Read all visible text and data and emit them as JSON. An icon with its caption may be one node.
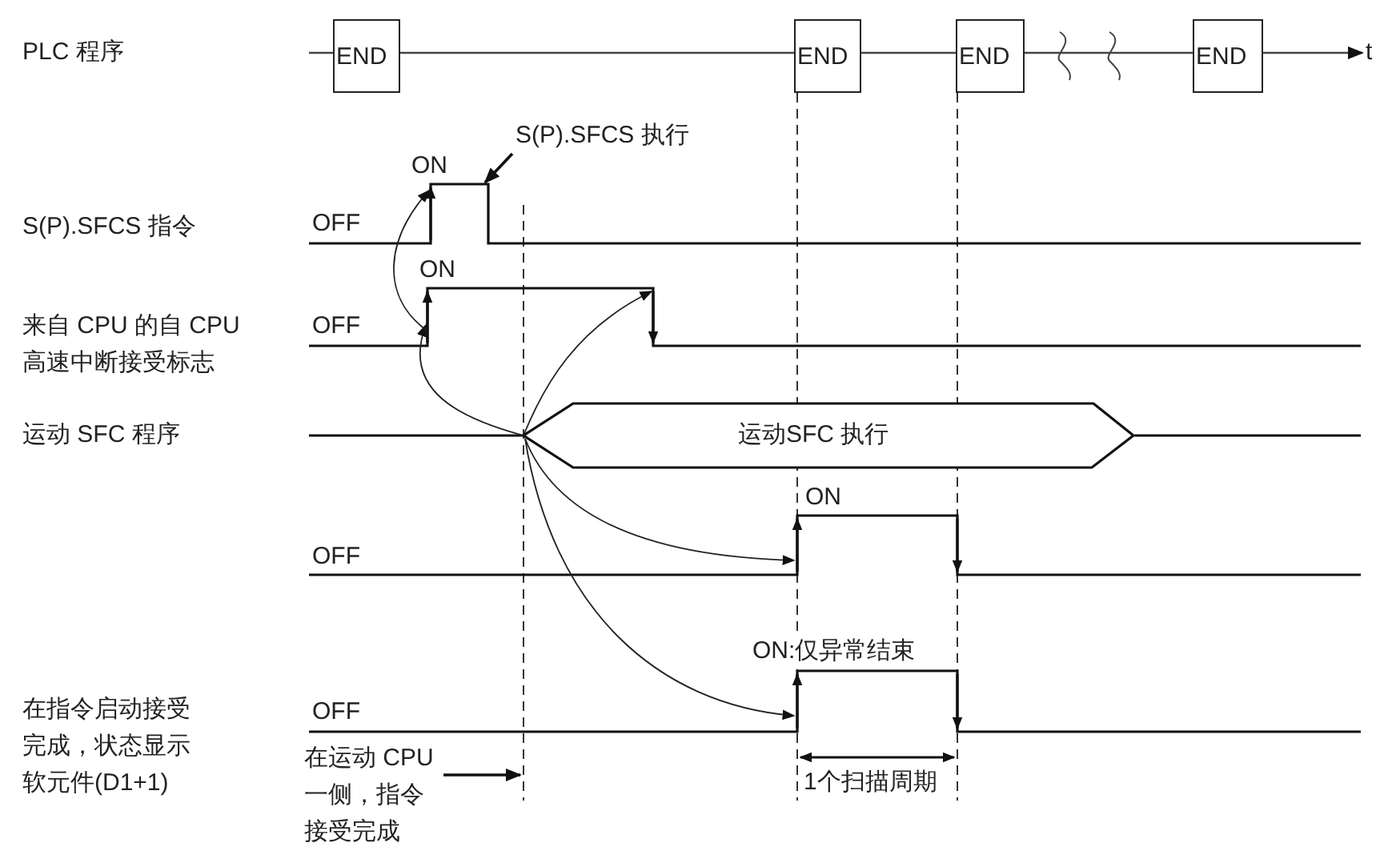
{
  "diagram": {
    "nodes": [
      {
        "text": [
          "END"
        ]
      },
      {
        "text": [
          "END"
        ]
      },
      {
        "text": [
          "END"
        ]
      },
      {
        "text": [
          "END"
        ]
      },
      {
        "text": [
          "运动SFC 执行"
        ]
      },
      {
        "text": [
          "S(P).SFCS 执行"
        ]
      },
      {
        "text": [
          "在运动 CPU 一侧，指令接受完成"
        ]
      }
    ],
    "edges": [
      {
        "from": 5,
        "to": null,
        "arrow": "to"
      },
      {
        "from": 6,
        "to": null,
        "arrow": "to"
      }
    ],
    "labels": [
      "PLC 程序",
      "t",
      "ON",
      "S(P).SFCS 指令",
      "OFF",
      "ON",
      "来自 CPU 的自 CPU 高速中断接受标志",
      "OFF",
      "运动 SFC 程序",
      "ON",
      "OFF",
      "ON:仅异常结束",
      "在指令启动接受完成，状态显示软元件(D1+1)",
      "OFF",
      "1个扫描周期"
    ]
  }
}
